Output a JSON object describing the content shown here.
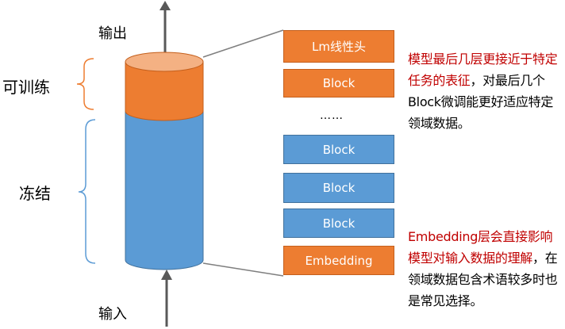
{
  "labels": {
    "output": "输出",
    "input": "输入",
    "trainable": "可训练",
    "frozen": "冻结",
    "ellipsis": "……"
  },
  "blocks": [
    {
      "label": "Lm线性头",
      "color": "orange"
    },
    {
      "label": "Block",
      "color": "orange"
    },
    {
      "label": "Block",
      "color": "blue"
    },
    {
      "label": "Block",
      "color": "blue"
    },
    {
      "label": "Block",
      "color": "blue"
    },
    {
      "label": "Embedding",
      "color": "orange"
    }
  ],
  "notes": {
    "top": {
      "red": "模型最后几层更接近于特定任务的表征",
      "black": "，对最后几个Block微调能更好适应特定领域数据。"
    },
    "bottom": {
      "red": "Embedding层会直接影响模型对输入数据的理解",
      "black": "，在领域数据包含术语较多时也是常见选择。"
    }
  },
  "colors": {
    "orange": "#ed7d31",
    "orange_top": "#f4b183",
    "blue": "#5b9bd5",
    "blue_dark": "#41719c",
    "arrow": "#595959",
    "note_red": "#c00000"
  }
}
